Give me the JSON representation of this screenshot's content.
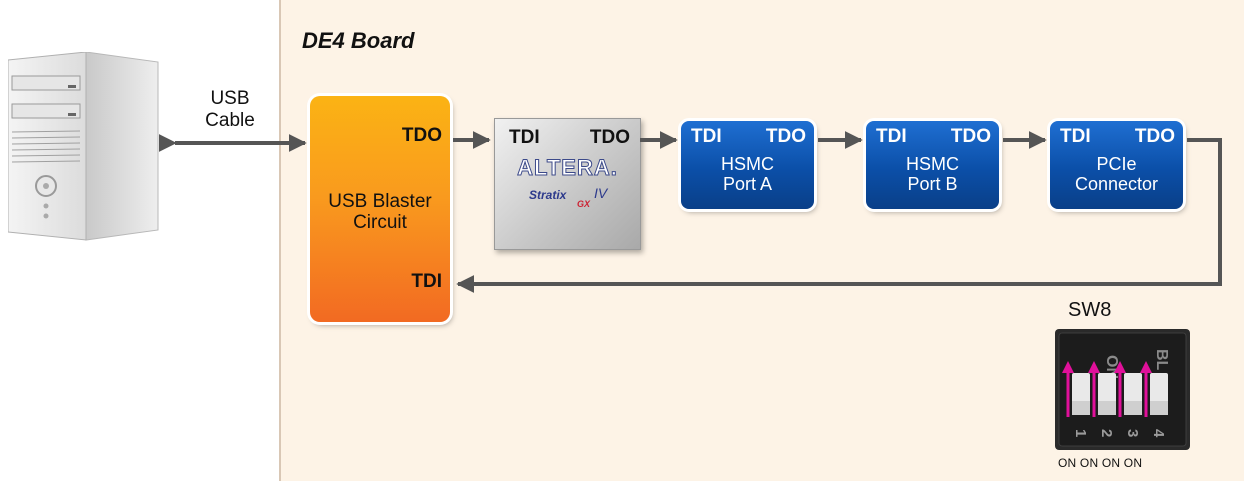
{
  "board": {
    "title": "DE4 Board"
  },
  "computer": {
    "label": ""
  },
  "usb_cable": {
    "line1": "USB",
    "line2": "Cable"
  },
  "usb_blaster": {
    "tdo": "TDO",
    "tdi": "TDI",
    "name_line1": "USB Blaster",
    "name_line2": "Circuit"
  },
  "fpga": {
    "tdi": "TDI",
    "tdo": "TDO",
    "brand": "ALTERA.",
    "family": "Stratix",
    "family_suffix": "IV",
    "family_sub": "GX"
  },
  "ports": [
    {
      "tdi": "TDI",
      "tdo": "TDO",
      "line1": "HSMC",
      "line2": "Port A"
    },
    {
      "tdi": "TDI",
      "tdo": "TDO",
      "line1": "HSMC",
      "line2": "Port B"
    },
    {
      "tdi": "TDI",
      "tdo": "TDO",
      "line1": "PCIe",
      "line2": "Connector"
    }
  ],
  "switch": {
    "label": "SW8",
    "caption": "ON ON ON ON",
    "top_marks": [
      "ON",
      "BL"
    ],
    "positions": [
      "1",
      "2",
      "3",
      "4"
    ]
  },
  "colors": {
    "board_bg": "#fdf3e6",
    "blaster_orange": "#f99a1e",
    "port_blue": "#0b4fa8",
    "arrow_gray": "#555555",
    "switch_arrow": "#e0109a"
  }
}
